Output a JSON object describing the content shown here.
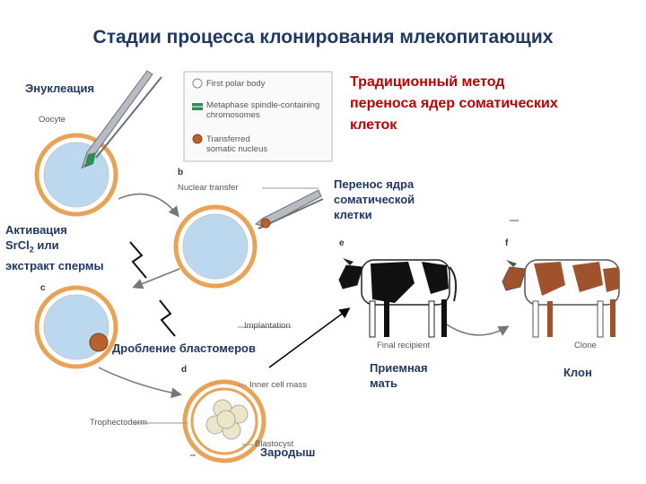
{
  "title": "Стадии процесса клонирования млекопитающих",
  "method": [
    "Традиционный метод",
    "переноса ядер соматических",
    "клеток"
  ],
  "labels": {
    "enucleation": "Энуклеация",
    "activation": [
      "Активация",
      "SrCl",
      "2",
      " или",
      "экстракт спермы"
    ],
    "transfer": [
      "Перенос ядра",
      "соматической",
      "клетки"
    ],
    "cleavage": "Дробление бластомеров",
    "recipient": [
      "Приемная",
      "мать"
    ],
    "clone": "Клон",
    "embryo": "Зародыш"
  },
  "legend": {
    "polar": "First polar body",
    "spindle": [
      "Metaphase spindle-containing",
      "chromosomes"
    ],
    "nucleus": [
      "Transferred",
      "somatic nucleus"
    ]
  },
  "figure": {
    "oocyte": "Oocyte",
    "b": "b",
    "nuclear_transfer": "Nuclear transfer",
    "c": "c",
    "implantation": "Implantation",
    "d": "d",
    "inner_cell_mass": "Inner cell mass",
    "trophectoderm": "Trophectoderm",
    "blastocyst": "Blastocyst",
    "e": "e",
    "final_recipient": "Final recipient",
    "f": "f",
    "clone": "Clone"
  },
  "colors": {
    "title": "#1f3864",
    "accent": "#c00000",
    "membrane": "#e9a357",
    "cytoplasm": "#bcd8ef"
  }
}
